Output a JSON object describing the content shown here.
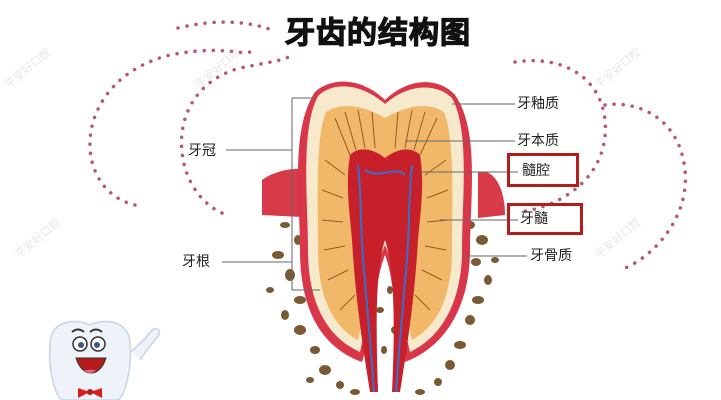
{
  "title": "牙齿的结构图",
  "labels": {
    "crown": "牙冠",
    "root": "牙根",
    "enamel": "牙釉质",
    "dentin": "牙本质",
    "pulp_cavity": "髓腔",
    "pulp": "牙髓",
    "cementum": "牙骨质"
  },
  "highlighted": [
    "髓腔",
    "牙髓"
  ],
  "watermark": "平安好口腔",
  "colors": {
    "highlight_box": "#b51c1c",
    "dots": "#b8567a",
    "enamel": "#f6e9cc",
    "dentin": "#f0b868",
    "pulp": "#c8202a",
    "gum": "#d83a4a",
    "bone": "#7a5a34"
  }
}
